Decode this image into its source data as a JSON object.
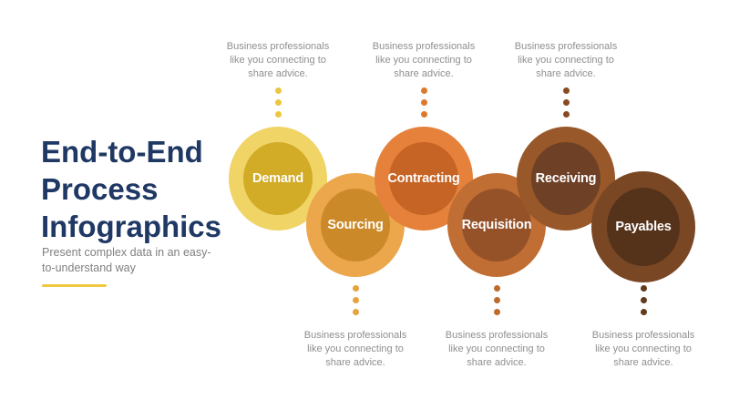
{
  "colors": {
    "background": "#FFFFFF",
    "title": "#1F3864",
    "subtitle": "#7F7F7F",
    "caption": "#8F8F8F",
    "accent": "#F0C83E",
    "label": "#FFFFFF"
  },
  "title": {
    "line1": "End-to-End",
    "line2": "Process",
    "line3": "Infographics"
  },
  "subtitle": {
    "line1": "Present complex data in an easy-",
    "line2": "to-understand way"
  },
  "caption": {
    "line1": "Business professionals",
    "line2": "like you connecting to",
    "line3": "share advice."
  },
  "steps": [
    {
      "label": "Demand",
      "caption_position": "top",
      "outer_color": "#F0D466",
      "inner_color": "#D2AB27",
      "dot_color": "#EBC73F"
    },
    {
      "label": "Sourcing",
      "caption_position": "bottom",
      "outer_color": "#ECA74D",
      "inner_color": "#CC8929",
      "dot_color": "#E6A23C"
    },
    {
      "label": "Contracting",
      "caption_position": "top",
      "outer_color": "#E5813B",
      "inner_color": "#C66425",
      "dot_color": "#DC792C"
    },
    {
      "label": "Requisition",
      "caption_position": "bottom",
      "outer_color": "#C06E33",
      "inner_color": "#955229",
      "dot_color": "#BE6A2B"
    },
    {
      "label": "Receiving",
      "caption_position": "top",
      "outer_color": "#995829",
      "inner_color": "#6E4026",
      "dot_color": "#8A4A21"
    },
    {
      "label": "Payables",
      "caption_position": "bottom",
      "outer_color": "#7A4725",
      "inner_color": "#55321A",
      "dot_color": "#643A1C"
    }
  ]
}
